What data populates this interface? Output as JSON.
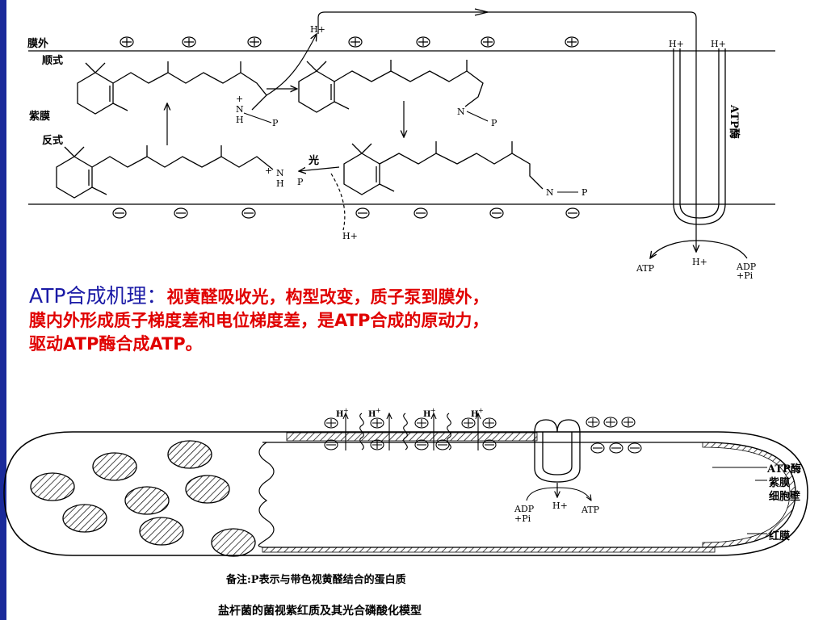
{
  "top_diagram": {
    "membrane_outside": "膜外",
    "cis": "顺式",
    "purple_membrane": "紫膜",
    "trans": "反式",
    "light": "光",
    "proton_top": "H+",
    "proton_bottom": "H+",
    "schiff_N": "N",
    "schiff_H": "H",
    "P": "P",
    "atpase_H1": "H+",
    "atpase_H2": "H+",
    "atpase_label": "ATP酶",
    "out_atp": "ATP",
    "out_h": "H+",
    "out_adp": "ADP",
    "out_pi": "+Pi"
  },
  "caption": {
    "heading": "ATP合成机理：",
    "text_line1": "视黄醛吸收光，构型改变，质子泵到膜外，",
    "text_line2": "膜内外形成质子梯度差和电位梯度差，是ATP合成的原动力，",
    "text_line3": "驱动ATP酶合成ATP。"
  },
  "bottom_diagram": {
    "label_atpase": "ATP酶",
    "label_purple_membrane": "紫膜",
    "label_cell_wall": "细胞壁",
    "label_red_membrane": "红膜",
    "adp": "ADP",
    "pi": "+Pi",
    "h": "H+",
    "atp": "ATP",
    "note": "备注:P表示与带色视黄醛结合的蛋白质",
    "title": "盐杆菌的菌视紫红质及其光合磷酸化模型"
  }
}
